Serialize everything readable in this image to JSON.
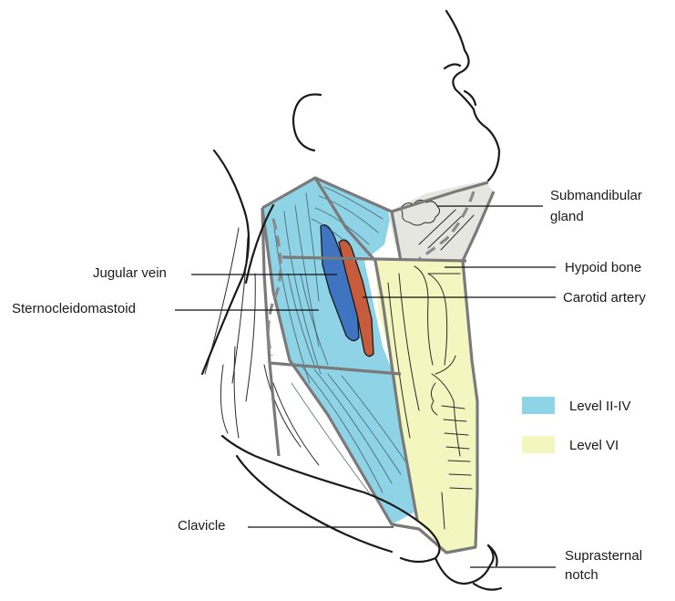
{
  "labels": {
    "submandibular_line1": "Submandibular",
    "submandibular_line2": "gland",
    "hypoid_bone": "Hypoid bone",
    "carotid_artery": "Carotid artery",
    "jugular_vein": "Jugular vein",
    "sternocleidomastoid": "Sternocleidomastoid",
    "clavicle": "Clavicle",
    "suprasternal_line1": "Suprasternal",
    "suprasternal_line2": "notch"
  },
  "legend": {
    "items": [
      {
        "label": "Level II-IV",
        "color": "#8ed3e6"
      },
      {
        "label": "Level VI",
        "color": "#f4f6c0"
      }
    ]
  },
  "colors": {
    "level_ii_iv": "#8ed3e6",
    "level_vi": "#f4f6c0",
    "jugular_vein": "#3f75c0",
    "carotid_artery": "#c65c3c",
    "submandibular_region": "#e6e6e0"
  }
}
